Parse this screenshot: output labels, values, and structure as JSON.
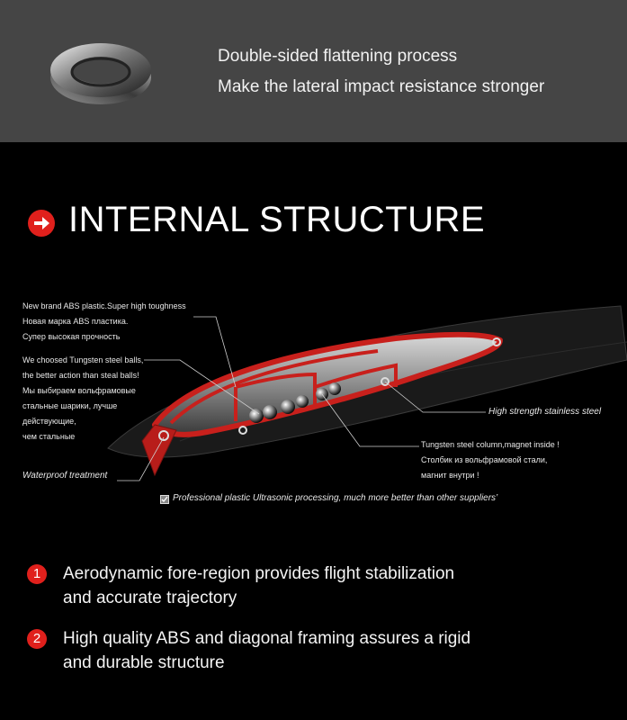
{
  "header": {
    "line1": "Double-sided flattening process",
    "line2": "Make the lateral impact resistance stronger"
  },
  "section": {
    "title": "INTERNAL STRUCTURE"
  },
  "notes": {
    "abs": [
      "New brand ABS plastic.Super high toughness",
      "Новая марка ABS пластика.",
      "Супер высокая прочность"
    ],
    "tungsten": [
      "We choosed Tungsten steel balls,",
      "the better action than steal balls!",
      "Мы выбираем вольфрамовые",
      "стальные шарики, лучше",
      "действующие,",
      "чем стальные"
    ],
    "column": [
      "Tungsten steel column,magnet inside !",
      "Столбик из вольфрамовой стали,",
      "магнит внутри !"
    ],
    "stainless": "High strength stainless steel",
    "waterproof": "Waterproof treatment",
    "professional": "Professional plastic Ultrasonic processing, much more better than other suppliers’"
  },
  "features": [
    {
      "number": "1",
      "lines": [
        "Aerodynamic fore-region provides flight stabilization",
        "and accurate trajectory"
      ]
    },
    {
      "number": "2",
      "lines": [
        "High quality ABS and diagonal framing assures a rigid",
        "and durable structure"
      ]
    }
  ],
  "colors": {
    "accent_red": "#e0201c",
    "top_band": "#454545",
    "background": "#000000"
  },
  "icons": {
    "ring": "split-ring-icon",
    "arrow": "arrow-right-circle-icon",
    "check": "checkbox-icon"
  }
}
